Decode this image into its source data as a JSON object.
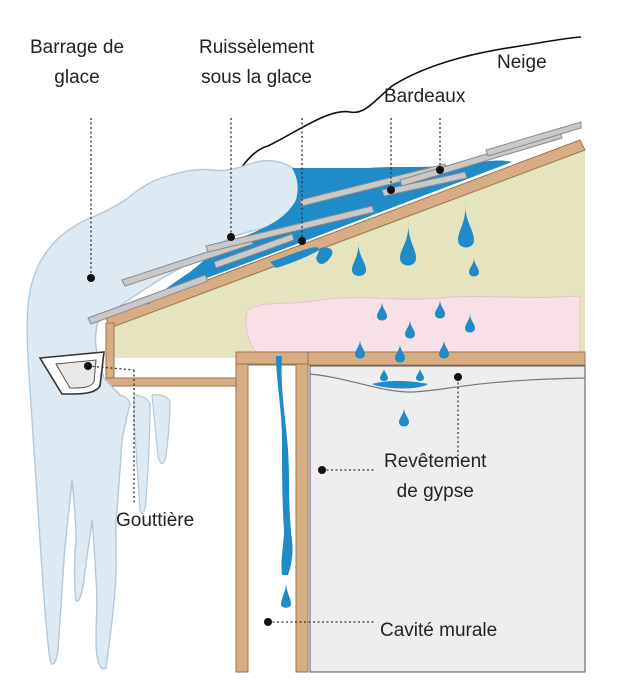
{
  "labels": {
    "ice_dam": [
      "Barrage de",
      "glace"
    ],
    "runoff": [
      "Ruissèlement",
      "sous la glace"
    ],
    "snow": "Neige",
    "shingles": "Bardeaux",
    "gutter": "Gouttière",
    "drywall": [
      "Revêtement",
      "de gypse"
    ],
    "wall_cavity": "Cavité murale"
  },
  "colors": {
    "ice": "#dde9f3",
    "ice_edge": "#b3c9da",
    "water": "#1f8bc9",
    "wood": "#d8ad84",
    "insulation": "#f9dfe6",
    "attic": "#e6e4bf",
    "wall": "#eeeeee",
    "shingle": "#c9c9c9"
  }
}
